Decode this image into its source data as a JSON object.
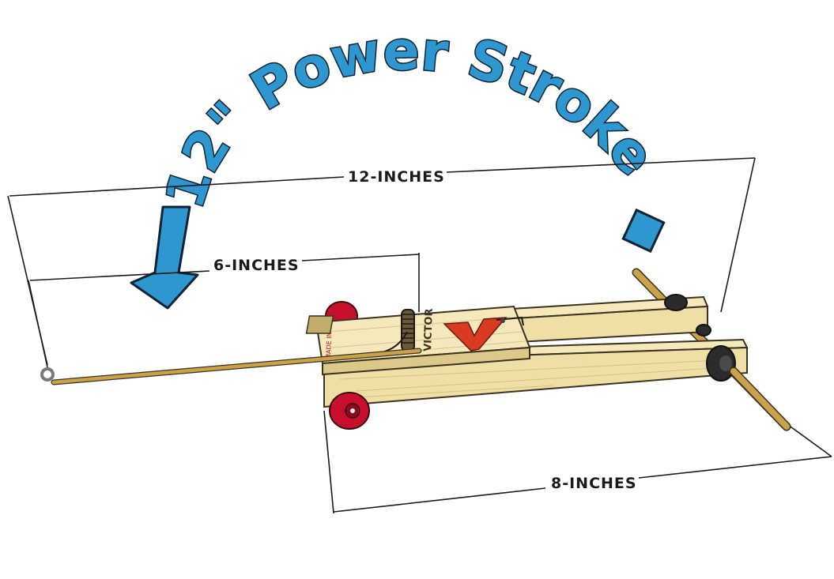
{
  "title": "12\" Power Stroke",
  "dimensions": {
    "overall_length": "12-INCHES",
    "lever_length": "6-INCHES",
    "axle_spacing": "8-INCHES"
  },
  "trap_brand": "VICTOR",
  "trap_side_text": "MADE IN USA",
  "colors": {
    "title_fill": "#2f97cf",
    "arrow_fill": "#2f97cf",
    "wheel_red": "#c8102e",
    "wood": "#eedfa6",
    "dowel": "#c9a24a"
  },
  "icons": {
    "arrow": "curved-arrow-down-icon"
  }
}
